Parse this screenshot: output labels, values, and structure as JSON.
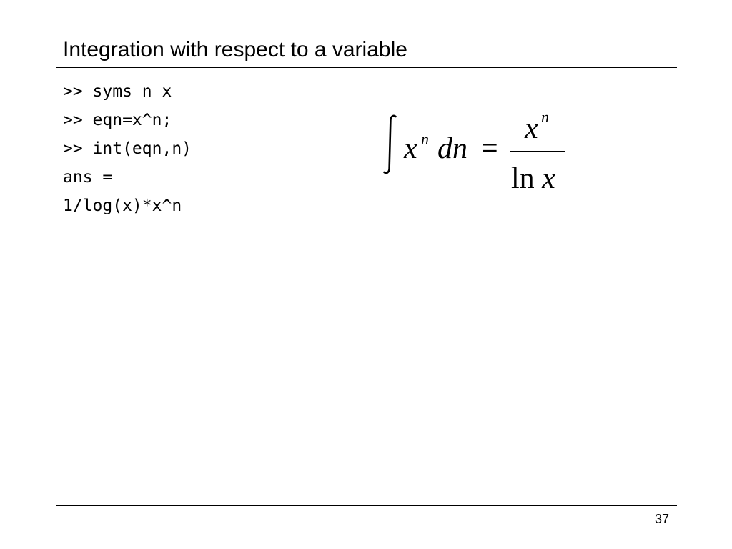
{
  "slide": {
    "title": "Integration with respect to a variable",
    "page_number": "37"
  },
  "code": {
    "lines": [
      ">> syms n x",
      ">> eqn=x^n;",
      ">> int(eqn,n)",
      "ans =",
      "1/log(x)*x^n"
    ]
  },
  "formula": {
    "base": "x",
    "exponent": "n",
    "differential": "dn",
    "equals": "=",
    "numerator_base": "x",
    "numerator_exponent": "n",
    "denominator_function": "ln",
    "denominator_variable": "x"
  }
}
